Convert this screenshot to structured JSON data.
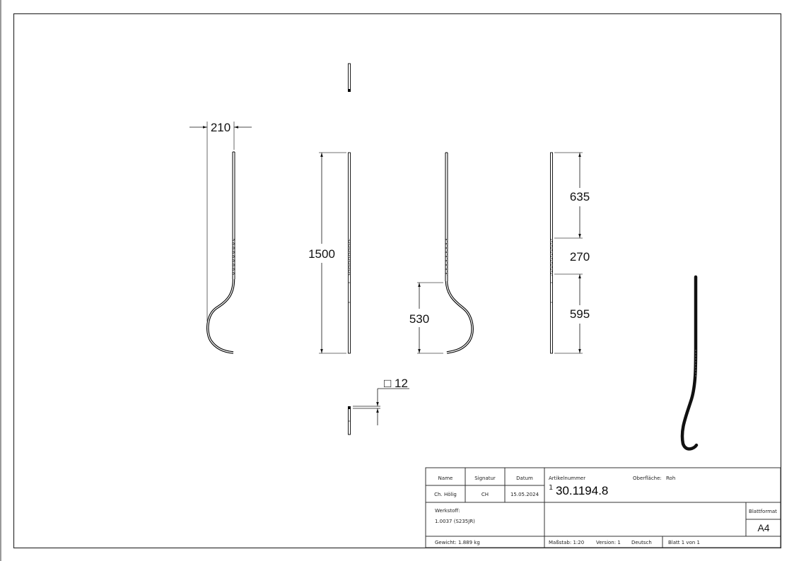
{
  "drawing": {
    "views": {
      "side_view": {
        "width_dim": "210"
      },
      "front_view": {
        "height_dim": "1500"
      },
      "back_view": {
        "curve_dim": "530"
      },
      "right_view": {
        "dims": [
          "635",
          "270",
          "595"
        ]
      },
      "section": {
        "profile_symbol": "□",
        "profile_dim": "12"
      }
    }
  },
  "title_block": {
    "headers": {
      "name": "Name",
      "signatur": "Signatur",
      "datum": "Datum"
    },
    "row": {
      "name": "Ch. Hölig",
      "signatur": "CH",
      "datum": "15.05.2024"
    },
    "artikelnummer_label": "Artikelnummer",
    "revision": "1",
    "artikelnummer": "30.1194.8",
    "oberflaeche_label": "Oberfläche:",
    "oberflaeche": "Roh",
    "werkstoff_label": "Werkstoff:",
    "werkstoff": "1.0037 (S235JR)",
    "gewicht": "Gewicht: 1.889 kg",
    "massstab": "Maßstab: 1:20",
    "version": "Version: 1",
    "sprache": "Deutsch",
    "blatt": "Blatt 1 von 1",
    "blattformat_label": "Blattformat",
    "blattformat": "A4"
  },
  "colors": {
    "line": "#000000",
    "frame": "#333333",
    "dim": "#111111"
  }
}
